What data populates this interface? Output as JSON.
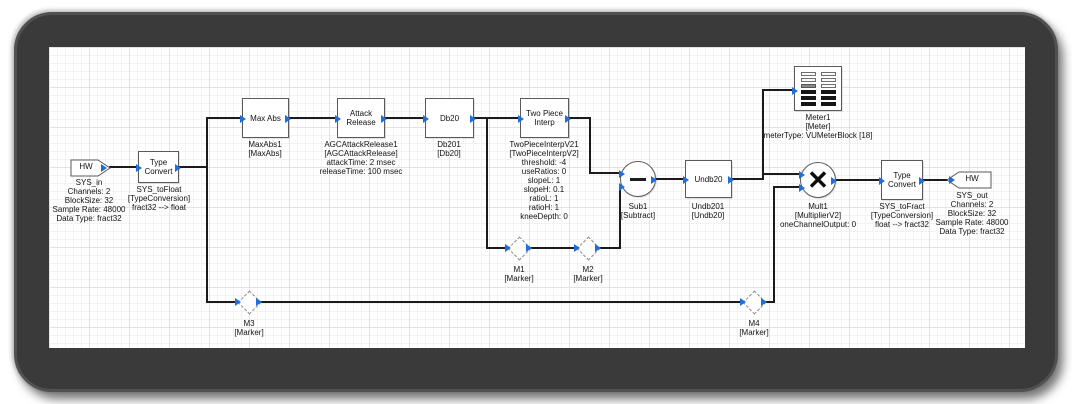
{
  "colors": {
    "pin_blue": "#1f6fd8",
    "wire": "#1b1b1b",
    "frame": "#3a3a3a",
    "grid_minor": "#f2f2f2",
    "grid_major": "#e3e3e3"
  },
  "nodes": {
    "sys_in": {
      "label": "HW",
      "name": "SYS_in",
      "props": [
        "Channels: 2",
        "BlockSize: 32",
        "Sample Rate: 48000",
        "Data Type: fract32"
      ]
    },
    "sys_to_float": {
      "label": "Type\nConvert",
      "name": "SYS_toFloat",
      "type": "[TypeConversion]",
      "props": [
        "fract32 --> float"
      ]
    },
    "maxabs": {
      "label": "Max Abs",
      "name": "MaxAbs1",
      "type": "[MaxAbs]"
    },
    "attack_release": {
      "label": "Attack\nRelease",
      "name": "AGCAttackRelease1",
      "type": "[AGCAttackRelease]",
      "props": [
        "attackTime: 2 msec",
        "releaseTime: 100 msec"
      ]
    },
    "db20": {
      "label": "Db20",
      "name": "Db201",
      "type": "[Db20]"
    },
    "two_piece_interp": {
      "label": "Two Piece\nInterp",
      "name": "TwoPieceInterpV21",
      "type": "[TwoPieceInterpV2]",
      "props": [
        "threshold: -4",
        "useRatios: 0",
        "slopeL: 1",
        "slopeH: 0.1",
        "ratioL: 1",
        "ratioH: 1",
        "kneeDepth: 0"
      ]
    },
    "sub": {
      "name": "Sub1",
      "type": "[Subtract]"
    },
    "undb20": {
      "label": "Undb20",
      "name": "Undb201",
      "type": "[Undb20]"
    },
    "meter": {
      "name": "Meter1",
      "type": "[Meter]",
      "props": [
        "meterType: VUMeterBlock [18]"
      ]
    },
    "mult": {
      "x_glyph": "✕",
      "name": "Mult1",
      "type": "[MultiplierV2]",
      "props": [
        "oneChannelOutput: 0"
      ]
    },
    "sys_to_fract": {
      "label": "Type\nConvert",
      "name": "SYS_toFract",
      "type": "[TypeConversion]",
      "props": [
        "float --> fract32"
      ]
    },
    "sys_out": {
      "label": "HW",
      "name": "SYS_out",
      "props": [
        "Channels: 2",
        "BlockSize: 32",
        "Sample Rate: 48000",
        "Data Type: fract32"
      ]
    },
    "m1": {
      "name": "M1",
      "type": "[Marker]"
    },
    "m2": {
      "name": "M2",
      "type": "[Marker]"
    },
    "m3": {
      "name": "M3",
      "type": "[Marker]"
    },
    "m4": {
      "name": "M4",
      "type": "[Marker]"
    }
  }
}
